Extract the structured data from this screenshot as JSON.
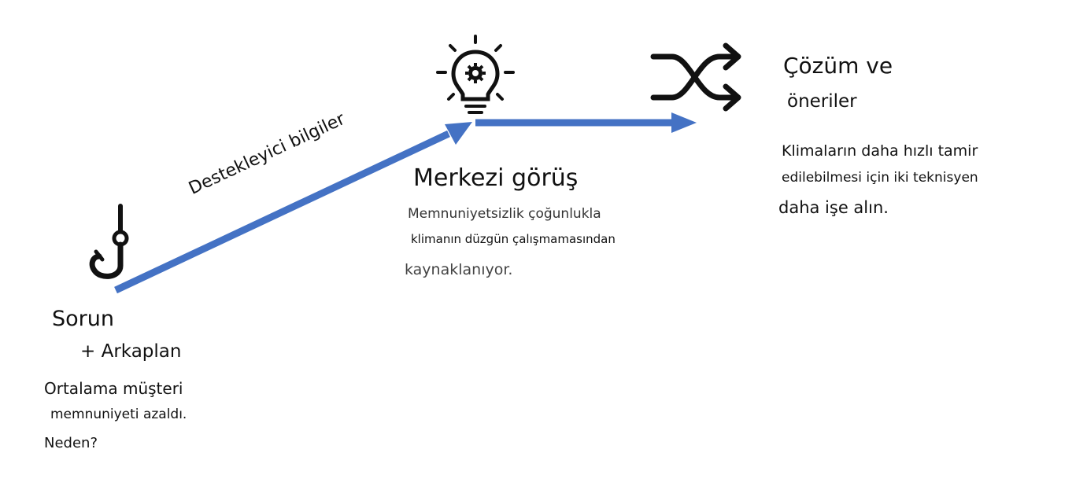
{
  "colors": {
    "arrow": "#4472C4",
    "text": "#111111",
    "muted": "#444444"
  },
  "connector_label": "Destekleyici bilgiler",
  "problem": {
    "icon": "hook-icon",
    "title": "Sorun",
    "subtitle": "+ Arkaplan",
    "line1": "Ortalama müşteri",
    "line2": "memnuniyeti azaldı.",
    "line3": "Neden?"
  },
  "insight": {
    "icon": "lightbulb-gear-icon",
    "title": "Merkezi görüş",
    "line1": "Memnuniyetsizlik çoğunlukla",
    "line2": "klimanın düzgün çalışmamasından",
    "line3": "kaynaklanıyor."
  },
  "solution": {
    "icon": "shuffle-icon",
    "title_line1": "Çözüm ve",
    "title_line2": "öneriler",
    "line1": "Klimaların daha hızlı tamir",
    "line2": "edilebilmesi için iki teknisyen",
    "line3": "daha işe alın."
  }
}
